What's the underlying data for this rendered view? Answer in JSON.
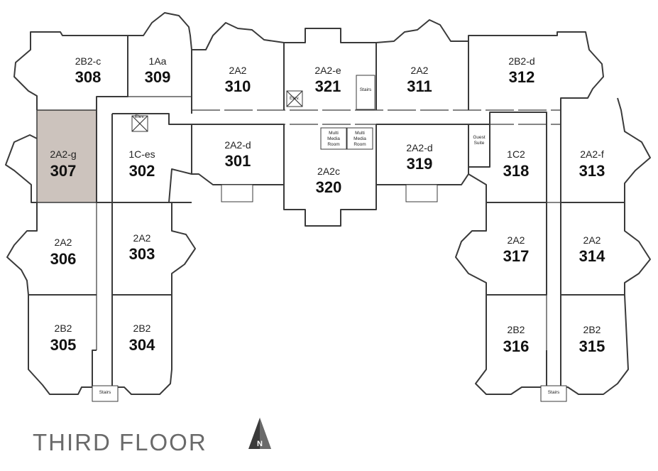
{
  "title": "THIRD FLOOR",
  "north_label": "N",
  "colors": {
    "highlight": "#ccc3bd",
    "walls": "#3a3a3a"
  },
  "units": [
    {
      "type": "2B2-c",
      "number": "308"
    },
    {
      "type": "1Aa",
      "number": "309"
    },
    {
      "type": "2A2",
      "number": "310"
    },
    {
      "type": "2A2-e",
      "number": "321"
    },
    {
      "type": "2A2",
      "number": "311"
    },
    {
      "type": "2B2-d",
      "number": "312"
    },
    {
      "type": "2A2-g",
      "number": "307",
      "highlighted": true
    },
    {
      "type": "1C-es",
      "number": "302"
    },
    {
      "type": "2A2-d",
      "number": "301"
    },
    {
      "type": "2A2c",
      "number": "320"
    },
    {
      "type": "2A2-d",
      "number": "319"
    },
    {
      "type": "1C2",
      "number": "318"
    },
    {
      "type": "2A2-f",
      "number": "313"
    },
    {
      "type": "2A2",
      "number": "306"
    },
    {
      "type": "2A2",
      "number": "303"
    },
    {
      "type": "2A2",
      "number": "317"
    },
    {
      "type": "2A2",
      "number": "314"
    },
    {
      "type": "2B2",
      "number": "305"
    },
    {
      "type": "2B2",
      "number": "304"
    },
    {
      "type": "2B2",
      "number": "316"
    },
    {
      "type": "2B2",
      "number": "315"
    }
  ],
  "labels": {
    "elev": "Elev.",
    "stairs": "Stairs",
    "multi_media_room_line1": "Multi",
    "multi_media_room_line2": "Media",
    "multi_media_room_line3": "Room",
    "guest_suite_line1": "Guest",
    "guest_suite_line2": "Suite"
  }
}
